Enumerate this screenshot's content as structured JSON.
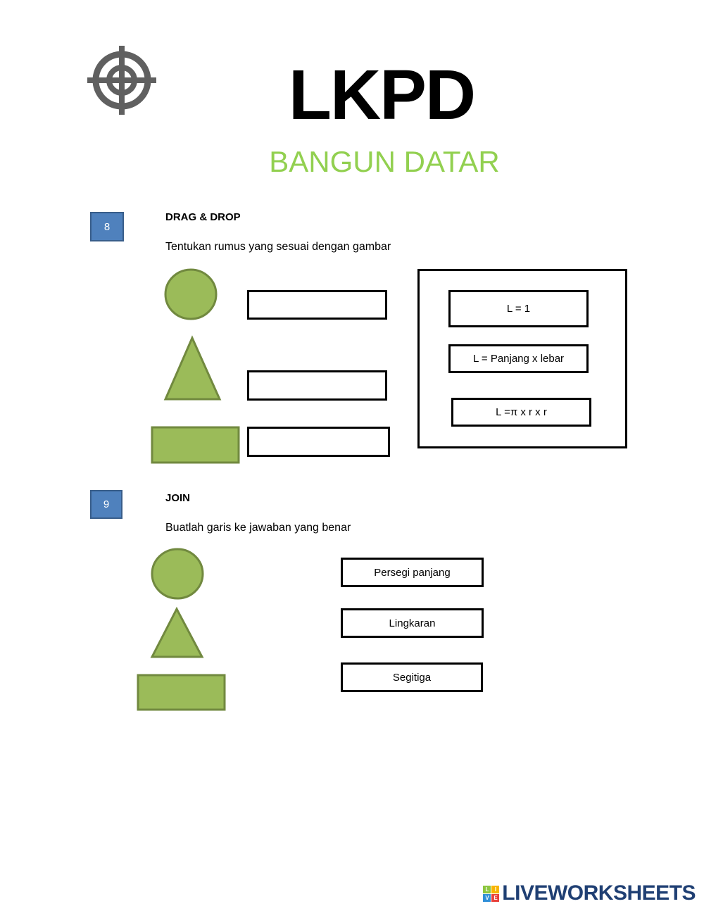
{
  "header": {
    "title": "LKPD",
    "subtitle": "BANGUN DATAR",
    "icon": "target-icon"
  },
  "q8": {
    "number": "8",
    "heading": "DRAG & DROP",
    "instruction": "Tentukan rumus yang sesuai dengan gambar",
    "options": [
      "L = 1",
      "L = Panjang x lebar",
      "L =π x r x r"
    ]
  },
  "q9": {
    "number": "9",
    "heading": "JOIN",
    "instruction": "Buatlah garis ke jawaban yang benar",
    "answers": [
      "Persegi panjang",
      "Lingkaran",
      "Segitiga"
    ]
  },
  "footer": {
    "logo": "LIVEWORKSHEETS",
    "logo_letters": [
      "L",
      "I",
      "V",
      "E"
    ]
  },
  "colors": {
    "shape_fill": "#9bbb59",
    "shape_stroke": "#71893f",
    "badge": "#4f81bd",
    "subtitle": "#92d050"
  }
}
